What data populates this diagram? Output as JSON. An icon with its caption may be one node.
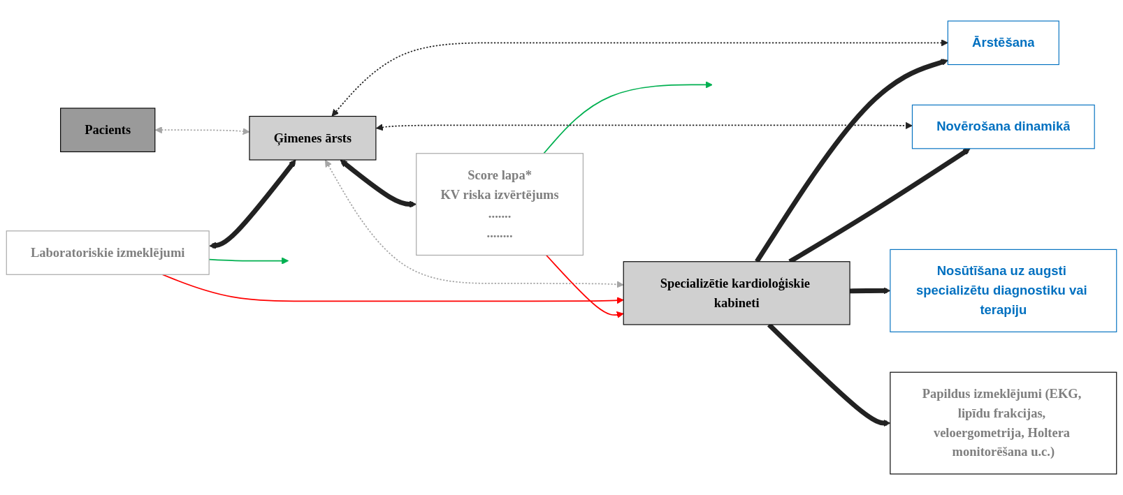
{
  "diagram": {
    "nodes": [
      {
        "text": [
          "Ārstēšana"
        ]
      },
      {
        "text": [
          "Laboratoriskie izmeklējumi"
        ]
      },
      {
        "text": [
          "Novērošana dinamikā"
        ]
      },
      {
        "text": [
          "Pacients"
        ]
      },
      {
        "text": [
          "Ģimenes ārsts"
        ]
      },
      {
        "text": [
          "Specializētie kardioloģiskie kabineti"
        ]
      },
      {
        "text": [
          "Nosūtīšana uz augsti specializētu diagnostiku vai terapiju"
        ]
      },
      {
        "text": [
          "Score lapa*",
          "KV riska izvērtējums",
          ".......",
          "........"
        ]
      },
      {
        "text": [
          "Papildus izmeklējumi (EKG, lipīdu frakcijas, veloergometrija, Holtera monitorēšana u.c.)"
        ]
      }
    ],
    "edges": [
      {
        "from": 3,
        "to": 4,
        "arrow": "both",
        "style": "dashed",
        "color": "#a6a6a6"
      },
      {
        "from": 4,
        "to": 5,
        "arrow": "both",
        "style": "dashed",
        "color": "#a6a6a6"
      },
      {
        "from": 1,
        "to": 4,
        "arrow": "both",
        "style": "thick"
      },
      {
        "from": 4,
        "to": 7,
        "arrow": "both",
        "style": "thick"
      },
      {
        "from": 1,
        "to": null,
        "arrow": "to",
        "color": "#00b050"
      },
      {
        "from": 7,
        "to": null,
        "arrow": "to",
        "color": "#00b050"
      },
      {
        "from": 4,
        "to": 0,
        "arrow": "both",
        "style": "dashed"
      },
      {
        "from": 4,
        "to": 2,
        "arrow": "both",
        "style": "dashed"
      },
      {
        "from": 1,
        "to": 5,
        "arrow": "to",
        "color": "#ff0000"
      },
      {
        "from": 7,
        "to": 5,
        "arrow": "to",
        "color": "#ff0000"
      },
      {
        "from": 5,
        "to": 0,
        "arrow": "to",
        "style": "thick"
      },
      {
        "from": 5,
        "to": 2,
        "arrow": "to",
        "style": "thick"
      },
      {
        "from": 5,
        "to": 6,
        "arrow": "to",
        "style": "thick"
      },
      {
        "from": 5,
        "to": 8,
        "arrow": "to",
        "style": "thick"
      }
    ]
  }
}
